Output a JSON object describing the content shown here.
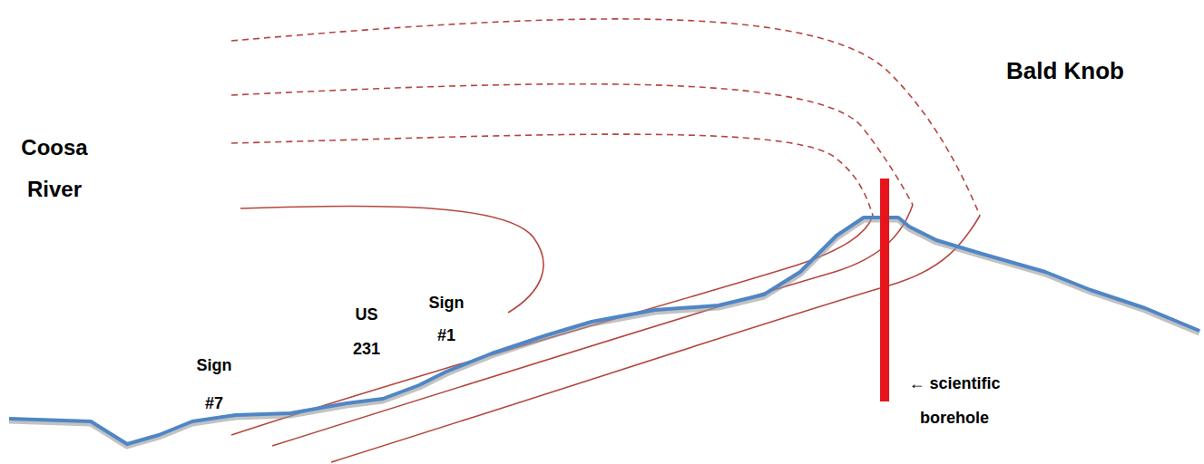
{
  "diagram": {
    "labels": [
      "Coosa River",
      "Sign #7",
      "US 231",
      "Sign #1",
      "Bald Knob",
      "← scientific borehole"
    ]
  }
}
